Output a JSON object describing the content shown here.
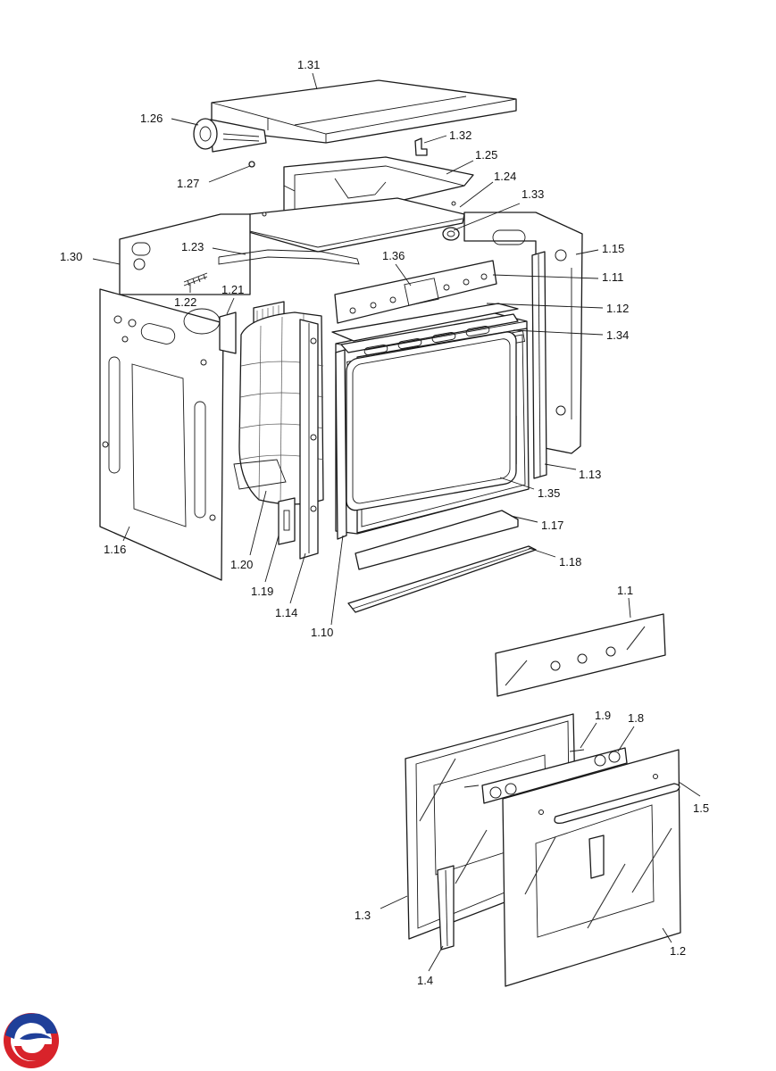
{
  "labels": [
    {
      "id": "1.31",
      "text": "1.31"
    },
    {
      "id": "1.26",
      "text": "1.26"
    },
    {
      "id": "1.32",
      "text": "1.32"
    },
    {
      "id": "1.25",
      "text": "1.25"
    },
    {
      "id": "1.27",
      "text": "1.27"
    },
    {
      "id": "1.24",
      "text": "1.24"
    },
    {
      "id": "1.33",
      "text": "1.33"
    },
    {
      "id": "1.23",
      "text": "1.23"
    },
    {
      "id": "1.30",
      "text": "1.30"
    },
    {
      "id": "1.15",
      "text": "1.15"
    },
    {
      "id": "1.36",
      "text": "1.36"
    },
    {
      "id": "1.11",
      "text": "1.11"
    },
    {
      "id": "1.22",
      "text": "1.22"
    },
    {
      "id": "1.21",
      "text": "1.21"
    },
    {
      "id": "1.12",
      "text": "1.12"
    },
    {
      "id": "1.34",
      "text": "1.34"
    },
    {
      "id": "1.13",
      "text": "1.13"
    },
    {
      "id": "1.35",
      "text": "1.35"
    },
    {
      "id": "1.17",
      "text": "1.17"
    },
    {
      "id": "1.16",
      "text": "1.16"
    },
    {
      "id": "1.18",
      "text": "1.18"
    },
    {
      "id": "1.20",
      "text": "1.20"
    },
    {
      "id": "1.19",
      "text": "1.19"
    },
    {
      "id": "1.14",
      "text": "1.14"
    },
    {
      "id": "1.10",
      "text": "1.10"
    },
    {
      "id": "1.1",
      "text": "1.1"
    },
    {
      "id": "1.9",
      "text": "1.9"
    },
    {
      "id": "1.8",
      "text": "1.8"
    },
    {
      "id": "1.5",
      "text": "1.5"
    },
    {
      "id": "1.3",
      "text": "1.3"
    },
    {
      "id": "1.2",
      "text": "1.2"
    },
    {
      "id": "1.4",
      "text": "1.4"
    }
  ],
  "logo": {
    "name": "brand-logo",
    "colors": {
      "blue": "#1f3f99",
      "red": "#d8232a"
    }
  }
}
